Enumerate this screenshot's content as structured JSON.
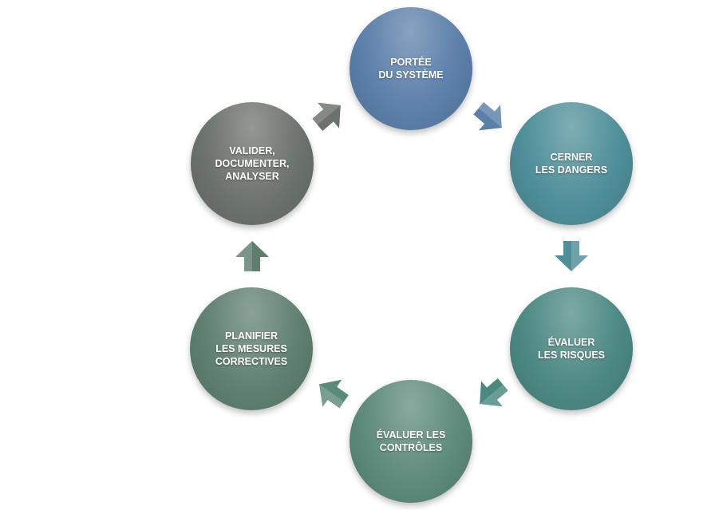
{
  "steps": [
    {
      "lines": [
        "PORTÉE",
        "DU SYSTÈME"
      ],
      "color": "#5b7fa9"
    },
    {
      "lines": [
        "CERNER",
        "LES DANGERS"
      ],
      "color": "#4e8e98"
    },
    {
      "lines": [
        "ÉVALUER",
        "LES RISQUES"
      ],
      "color": "#4b8882"
    },
    {
      "lines": [
        "ÉVALUER LES",
        "CONTRÔLES"
      ],
      "color": "#5c8a7a"
    },
    {
      "lines": [
        "PLANIFIER",
        "LES MESURES",
        "CORRECTIVES"
      ],
      "color": "#5e7f6f"
    },
    {
      "lines": [
        "VALIDER,",
        "DOCUMENTER,",
        "ANALYSER"
      ],
      "color": "#6b716c"
    }
  ],
  "arrow_colors": [
    "#5b7fa9",
    "#4e8e98",
    "#4b8882",
    "#5c8a7a",
    "#5e7f6f",
    "#6b716c"
  ]
}
